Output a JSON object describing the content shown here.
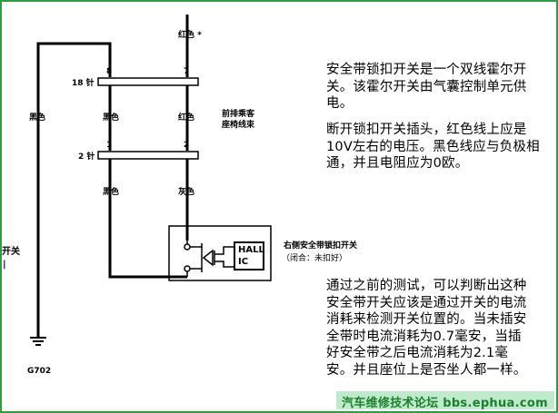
{
  "wires": {
    "top_wire_label": "红色 *",
    "left_wire_label": "黑色",
    "mid_left_label": "黑色",
    "mid_right_label": "红色",
    "low_left_label": "黑色",
    "low_right_label": "灰色"
  },
  "connector_18": {
    "name": "18 针",
    "pin_left": "8",
    "pin_right": "7"
  },
  "connector_2": {
    "name": "2 针",
    "pin_left": "1",
    "pin_right": "2"
  },
  "harness": {
    "line1": "前排乘客",
    "line2": "座椅线束"
  },
  "switch_block": {
    "hall_line1": "HALL",
    "hall_line2": "IC",
    "title": "右侧安全带锁扣开关",
    "state": "（闭合：未扣好）"
  },
  "left_edge": {
    "fragment": "开关",
    "bar": "|"
  },
  "ground": {
    "label": "G702"
  },
  "text_blocks": {
    "p1": "安全带锁扣开关是一个双线霍尔开关。该霍尔开关由气囊控制单元供电。",
    "p2": "断开锁扣开关插头，红色线上应是10V左右的电压。黑色线应与负极相通，并且电阻应为0欧。",
    "p3": "通过之前的测试，可以判断出这种安全带开关应该是通过开关的电流消耗来检测开关位置的。当未插安全带时电流消耗为0.7毫安，当插好安全带之后电流消耗为2.1毫安。并且座位上是否坐人都一样。"
  },
  "footer": {
    "text": "汽车维修技术论坛 bbs.ephua.com"
  },
  "colors": {
    "frame": "#2f9e3f",
    "footer_bg": "#bfeacb",
    "footer_text": "#1b7f2e"
  }
}
